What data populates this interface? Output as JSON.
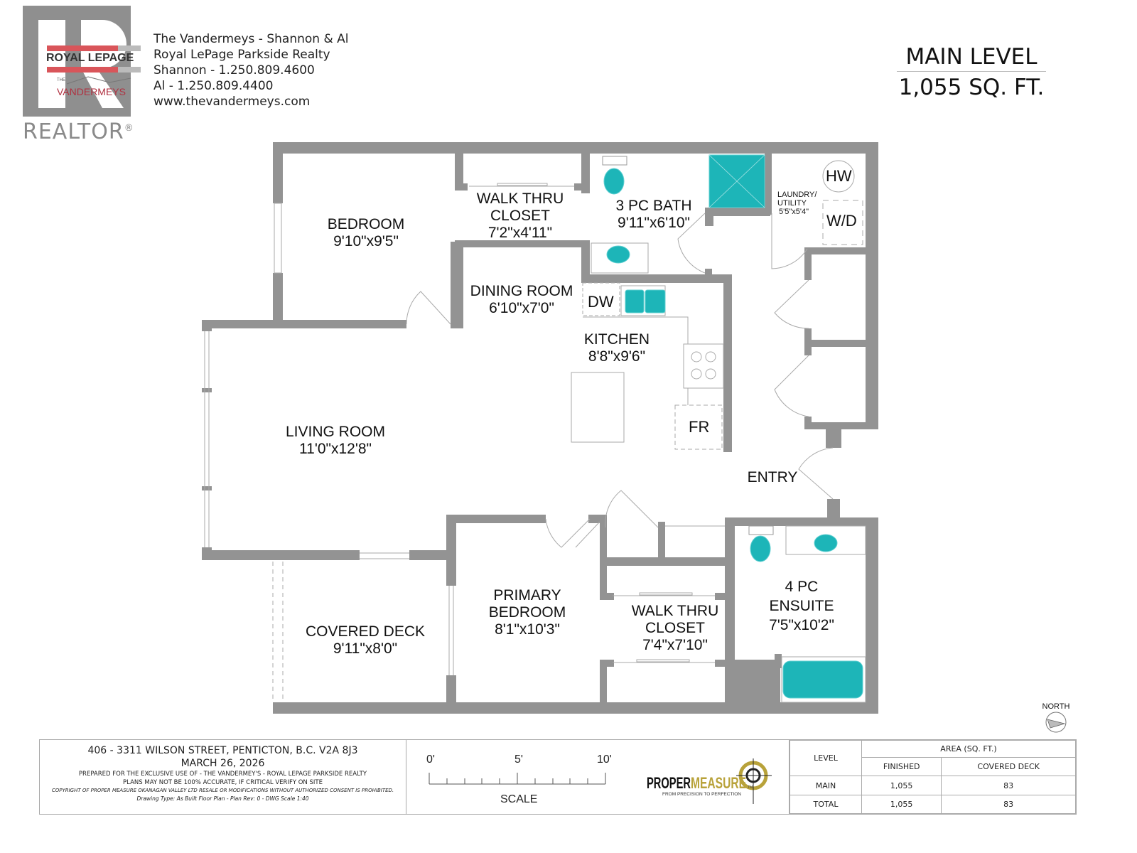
{
  "header": {
    "brand": {
      "royal_lepage": "ROYAL LEPAGE",
      "the": "THE",
      "vandermeys": "VANDERMEYS",
      "realtor": "REALTOR",
      "realtor_mark": "®"
    },
    "contact_lines": [
      "The Vandermeys - Shannon & Al",
      "Royal LePage Parkside Realty",
      "Shannon - 1.250.809.4600",
      "Al - 1.250.809.4400",
      "www.thevandermeys.com"
    ],
    "level_title": "MAIN LEVEL",
    "level_area": "1,055 SQ. FT."
  },
  "rooms": {
    "bedroom": {
      "name": "BEDROOM",
      "size": "9'10\"x9'5\""
    },
    "walk_thru_closet_1": {
      "name1": "WALK THRU",
      "name2": "CLOSET",
      "size": "7'2\"x4'11\""
    },
    "bath_3pc": {
      "name": "3 PC BATH",
      "size": "9'11\"x6'10\""
    },
    "laundry": {
      "name1": "LAUNDRY/",
      "name2": "UTILITY",
      "size": "5'5\"x5'4\""
    },
    "dining": {
      "name": "DINING ROOM",
      "size": "6'10\"x7'0\""
    },
    "kitchen": {
      "name": "KITCHEN",
      "size": "8'8\"x9'6\""
    },
    "living": {
      "name": "LIVING ROOM",
      "size": "11'0\"x12'8\""
    },
    "entry": {
      "name": "ENTRY"
    },
    "primary_bedroom": {
      "name1": "PRIMARY",
      "name2": "BEDROOM",
      "size": "8'1\"x10'3\""
    },
    "covered_deck": {
      "name": "COVERED DECK",
      "size": "9'11\"x8'0\""
    },
    "walk_thru_closet_2": {
      "name1": "WALK THRU",
      "name2": "CLOSET",
      "size": "7'4\"x7'10\""
    },
    "ensuite_4pc": {
      "name1": "4 PC",
      "name2": "ENSUITE",
      "size": "7'5\"x10'2\""
    }
  },
  "fixtures": {
    "hot_water": "HW",
    "washer_dryer": "W/D",
    "dishwasher": "DW",
    "fridge": "FR"
  },
  "colors": {
    "wall": "#939393",
    "fixture": "#1db5b8",
    "brand_red": "#d9555a",
    "gold": "#b8a23a"
  },
  "footer": {
    "address": "406 - 3311 WILSON STREET, PENTICTON, B.C. V2A 8J3",
    "date": "MARCH 26, 2026",
    "prepared_for": "PREPARED FOR THE EXCLUSIVE USE OF - THE VANDERMEY'S - ROYAL LEPAGE PARKSIDE REALTY",
    "accuracy": "PLANS MAY NOT BE 100% ACCURATE, IF CRITICAL VERIFY ON SITE",
    "copyright": "COPYRIGHT OF PROPER MEASURE OKANAGAN VALLEY LTD  RESALE OR MODIFICATIONS WITHOUT AUTHORIZED CONSENT IS PROHIBITED.",
    "drawing_info": "Drawing Type:  As Built Floor Plan  -   Plan Rev: 0  -  DWG Scale 1:40",
    "scale": {
      "label": "SCALE",
      "tick_0": "0'",
      "tick_5": "5'",
      "tick_10": "10'"
    },
    "logo": {
      "proper": "PROPER",
      "measure": "MEASURE",
      "tm": "TM",
      "tagline": "FROM PRECISION TO PERFECTION"
    },
    "area_table": {
      "col_level": "LEVEL",
      "col_area": "AREA (SQ. FT.)",
      "col_finished": "FINISHED",
      "col_deck": "COVERED DECK",
      "rows": [
        {
          "level": "MAIN",
          "finished": "1,055",
          "deck": "83"
        },
        {
          "level": "TOTAL",
          "finished": "1,055",
          "deck": "83"
        }
      ]
    }
  },
  "north_label": "NORTH"
}
